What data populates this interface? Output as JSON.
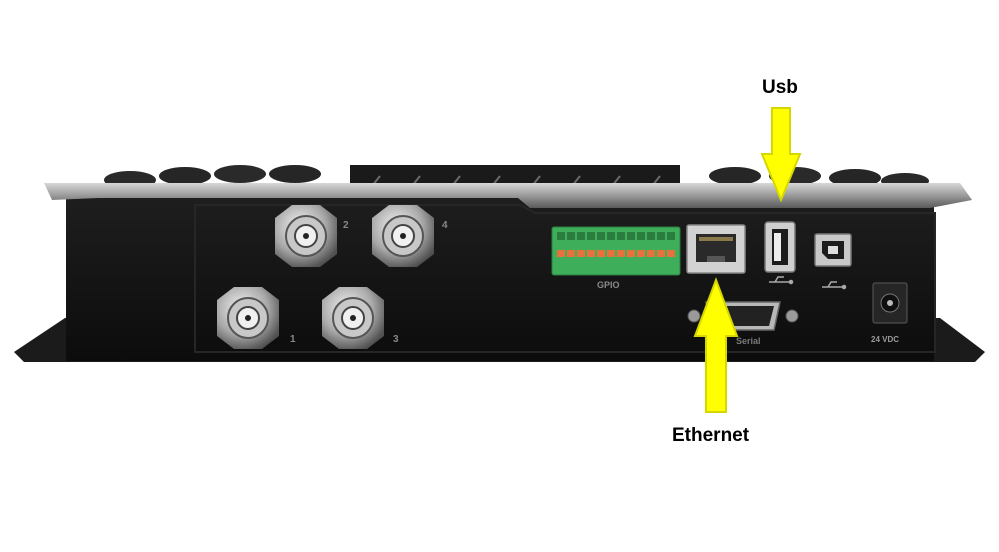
{
  "callouts": {
    "usb": "Usb",
    "ethernet": "Ethernet"
  },
  "device_labels": {
    "port_1": "1",
    "port_2": "2",
    "port_3": "3",
    "port_4": "4",
    "gpio": "GPIO",
    "serial": "Serial",
    "power": "24 VDC"
  },
  "colors": {
    "arrow_fill": "#ffff00",
    "arrow_stroke": "#e6e600",
    "device_body": "#141414",
    "silver_trim": "#b8b8b8",
    "terminal_green": "#3fae5a",
    "terminal_orange": "#e8703a"
  },
  "icons": [
    "usb-symbol-icon",
    "arrow-down-icon",
    "arrow-up-icon"
  ]
}
